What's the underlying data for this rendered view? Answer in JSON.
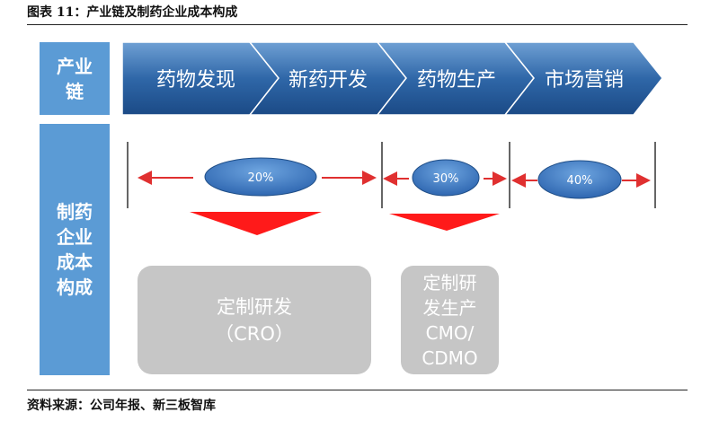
{
  "title": "图表 11：产业链及制药企业成本构成",
  "source": "资料来源：公司年报、新三板智库",
  "side_labels": {
    "industry_chain": [
      "产业",
      "链"
    ],
    "cost_structure": [
      "制药",
      "企业",
      "成本",
      "构成"
    ]
  },
  "chain_steps": [
    "药物发现",
    "新药开发",
    "药物生产",
    "市场营销"
  ],
  "cost_shares": [
    "20%",
    "30%",
    "40%"
  ],
  "boxes": {
    "cro": [
      "定制研发",
      "（CRO）"
    ],
    "cmo": [
      "定制研",
      "发生产",
      "CMO/",
      "CDMO"
    ]
  },
  "colors": {
    "chevron_dark": "#1f4e87",
    "chevron_light": "#5b8fc7",
    "side_label": "#5b9bd5",
    "arrow": "#e03030",
    "triangle": "#ff1a1a",
    "box": "#c6c6c6"
  }
}
